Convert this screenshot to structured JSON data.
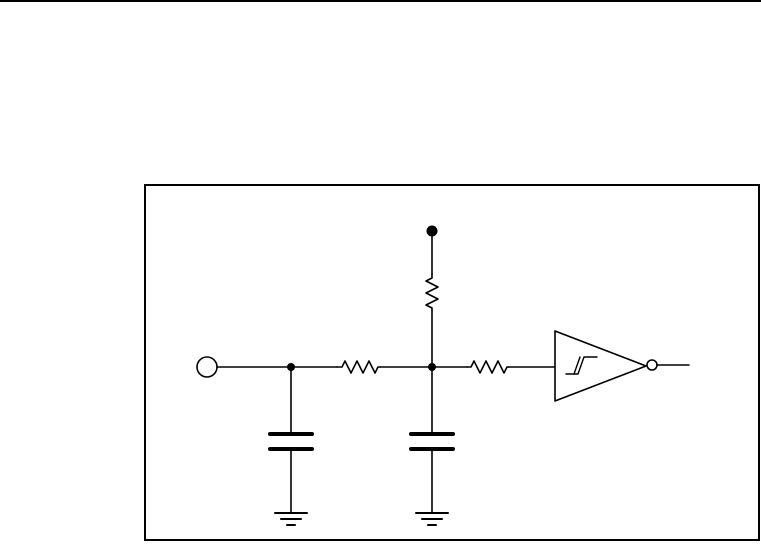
{
  "diagram": {
    "components": [
      {
        "kind": "input-terminal"
      },
      {
        "kind": "capacitor"
      },
      {
        "kind": "resistor"
      },
      {
        "kind": "pull-up-resistor"
      },
      {
        "kind": "supply-node"
      },
      {
        "kind": "capacitor"
      },
      {
        "kind": "resistor"
      },
      {
        "kind": "schmitt-trigger-inverter"
      },
      {
        "kind": "ground"
      },
      {
        "kind": "ground"
      }
    ]
  }
}
